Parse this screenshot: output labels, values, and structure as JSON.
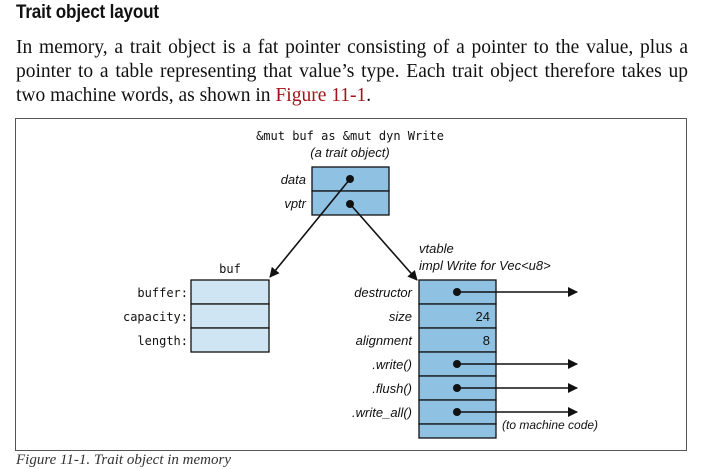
{
  "section": {
    "title": "Trait object layout"
  },
  "paragraph": {
    "text_before": "In memory, a trait object is a fat pointer consisting of a pointer to the value, plus a pointer to a table representing that value’s type. Each trait object therefore takes up two machine words, as shown in ",
    "figure_link": "Figure 11-1",
    "text_after": "."
  },
  "figure": {
    "expr": "&mut buf as &mut dyn Write",
    "expr_note": "(a trait object)",
    "fat_pointer_fields": [
      "data",
      "vptr"
    ],
    "buf_label": "buf",
    "buf_fields": [
      "buffer:",
      "capacity:",
      "length:"
    ],
    "vtable_label": "vtable",
    "vtable_impl": "impl Write for Vec<u8>",
    "vtable_rows": [
      {
        "label": "destructor",
        "value": ""
      },
      {
        "label": "size",
        "value": "24"
      },
      {
        "label": "alignment",
        "value": "8"
      },
      {
        "label": ".write()",
        "value": ""
      },
      {
        "label": ".flush()",
        "value": ""
      },
      {
        "label": ".write_all()",
        "value": ""
      }
    ],
    "machine_code_note": "(to machine code)",
    "colors": {
      "box_dark": "#8fc1e3",
      "box_light": "#cfe5f3",
      "stroke": "#111111"
    }
  },
  "caption": "Figure 11-1. Trait object in memory"
}
